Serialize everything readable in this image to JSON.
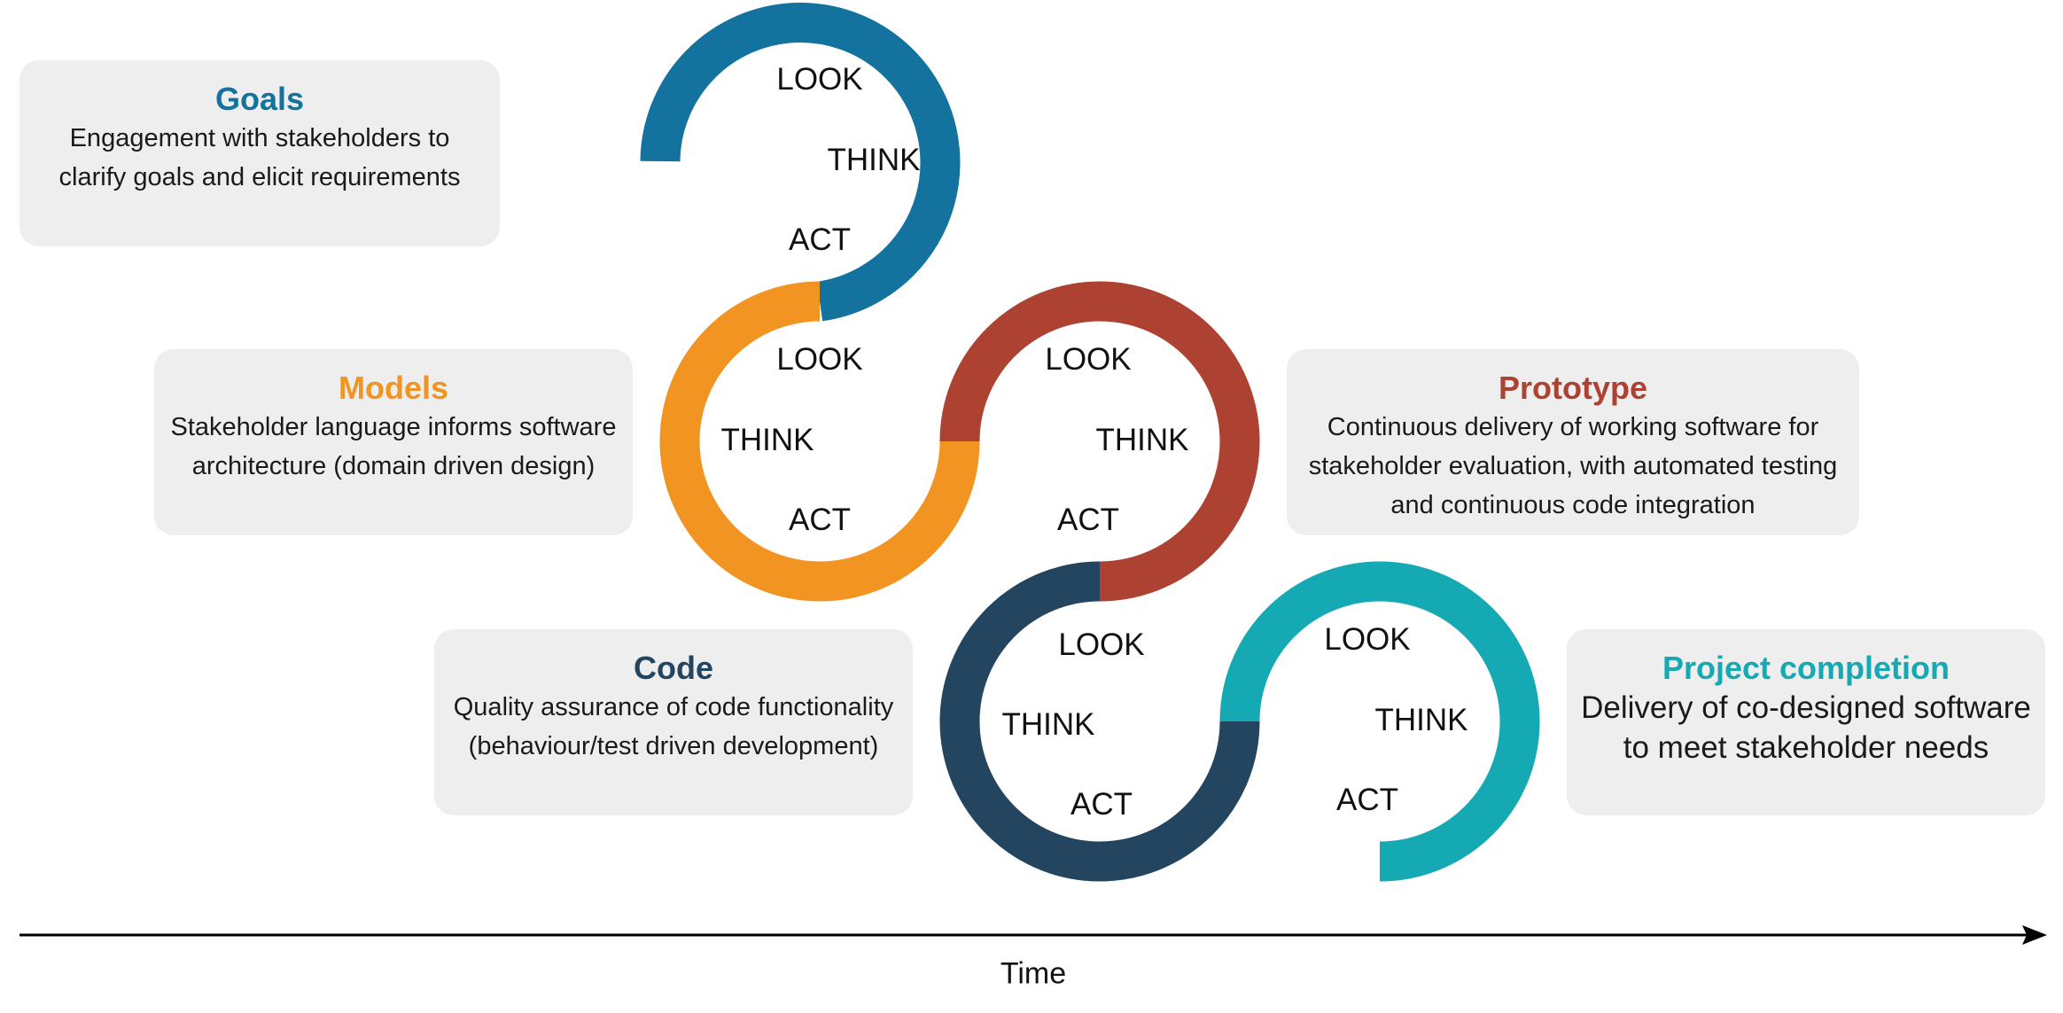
{
  "colors": {
    "goals": "#13729e",
    "models": "#f29422",
    "prototype": "#ad4232",
    "code": "#234560",
    "completion": "#15a9b4",
    "box_bg": "#eeeeee"
  },
  "boxes": {
    "goals": {
      "title": "Goals",
      "line1": "Engagement with stakeholders to",
      "line2": "clarify goals and elicit requirements"
    },
    "models": {
      "title": "Models",
      "line1": "Stakeholder language informs software",
      "line2": "architecture (domain driven design)"
    },
    "prototype": {
      "title": "Prototype",
      "line1": "Continuous delivery of working software for",
      "line2": "stakeholder evaluation, with automated testing",
      "line3": "and continuous code integration"
    },
    "code": {
      "title": "Code",
      "line1": "Quality assurance of code functionality",
      "line2": "(behaviour/test driven development)"
    },
    "completion": {
      "title": "Project completion",
      "line1": "Delivery of co-designed software",
      "line2": "to meet stakeholder needs"
    }
  },
  "cycle_labels": {
    "look": "LOOK",
    "think": "THINK",
    "act": "ACT"
  },
  "axis": {
    "label": "Time"
  }
}
